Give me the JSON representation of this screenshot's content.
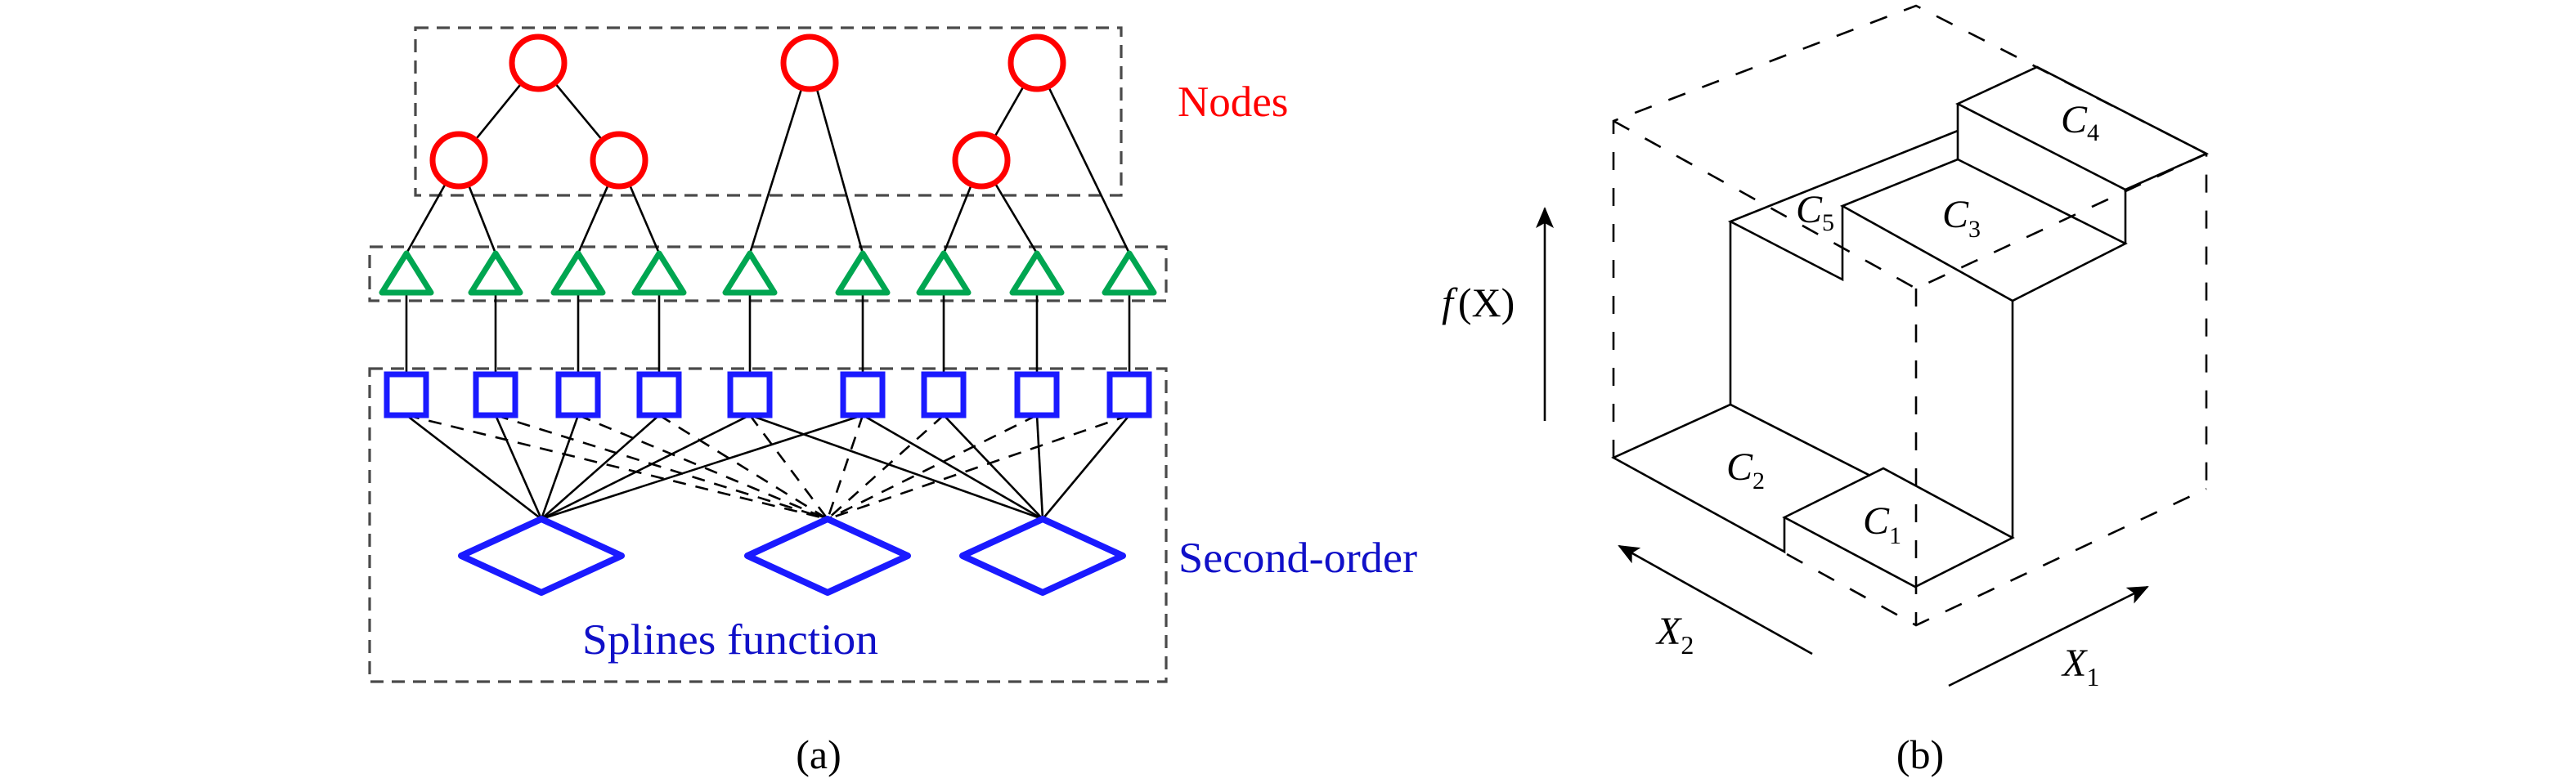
{
  "figure": {
    "panel_a": {
      "caption": "(a)",
      "labels": {
        "nodes": "Nodes",
        "second_order": "Second-order",
        "splines": "Splines function"
      },
      "colors": {
        "node": "#ff0000",
        "leaf": "#00a651",
        "spline": "#1a1aff",
        "label_nodes": "#ff0000",
        "label_blue": "#1010c8"
      },
      "tree": {
        "node_layer_count": 6,
        "leaf_count": 9,
        "second_order_count": 9,
        "spline_count": 3,
        "node_edges": [
          [
            "root1",
            "mid1"
          ],
          [
            "root1",
            "mid2"
          ],
          [
            "mid1",
            "leaf1"
          ],
          [
            "mid1",
            "leaf2"
          ],
          [
            "mid2",
            "leaf3"
          ],
          [
            "mid2",
            "leaf4"
          ],
          [
            "root2",
            "leaf5"
          ],
          [
            "root2",
            "leaf6"
          ],
          [
            "root3",
            "mid3"
          ],
          [
            "root3",
            "leaf9"
          ],
          [
            "mid3",
            "leaf7"
          ],
          [
            "mid3",
            "leaf8"
          ]
        ],
        "spline_edges": {
          "spline1": {
            "style": "solid",
            "inputs": [
              1,
              2,
              3,
              4,
              5,
              6
            ]
          },
          "spline2": {
            "style": "dashed",
            "inputs": [
              1,
              2,
              3,
              4,
              5,
              6,
              7,
              8,
              9
            ]
          },
          "spline3": {
            "style": "solid",
            "inputs": [
              5,
              6,
              7,
              8,
              9
            ]
          }
        }
      }
    },
    "panel_b": {
      "caption": "(b)",
      "axis_y": {
        "label_func": "f",
        "label_arg": "(X)"
      },
      "axis_x1": {
        "label": "X",
        "sub": "1"
      },
      "axis_x2": {
        "label": "X",
        "sub": "2"
      },
      "cells": [
        {
          "id": "C1",
          "base": "C",
          "sub": "1"
        },
        {
          "id": "C2",
          "base": "C",
          "sub": "2"
        },
        {
          "id": "C3",
          "base": "C",
          "sub": "3"
        },
        {
          "id": "C4",
          "base": "C",
          "sub": "4"
        },
        {
          "id": "C5",
          "base": "C",
          "sub": "5"
        }
      ]
    }
  }
}
